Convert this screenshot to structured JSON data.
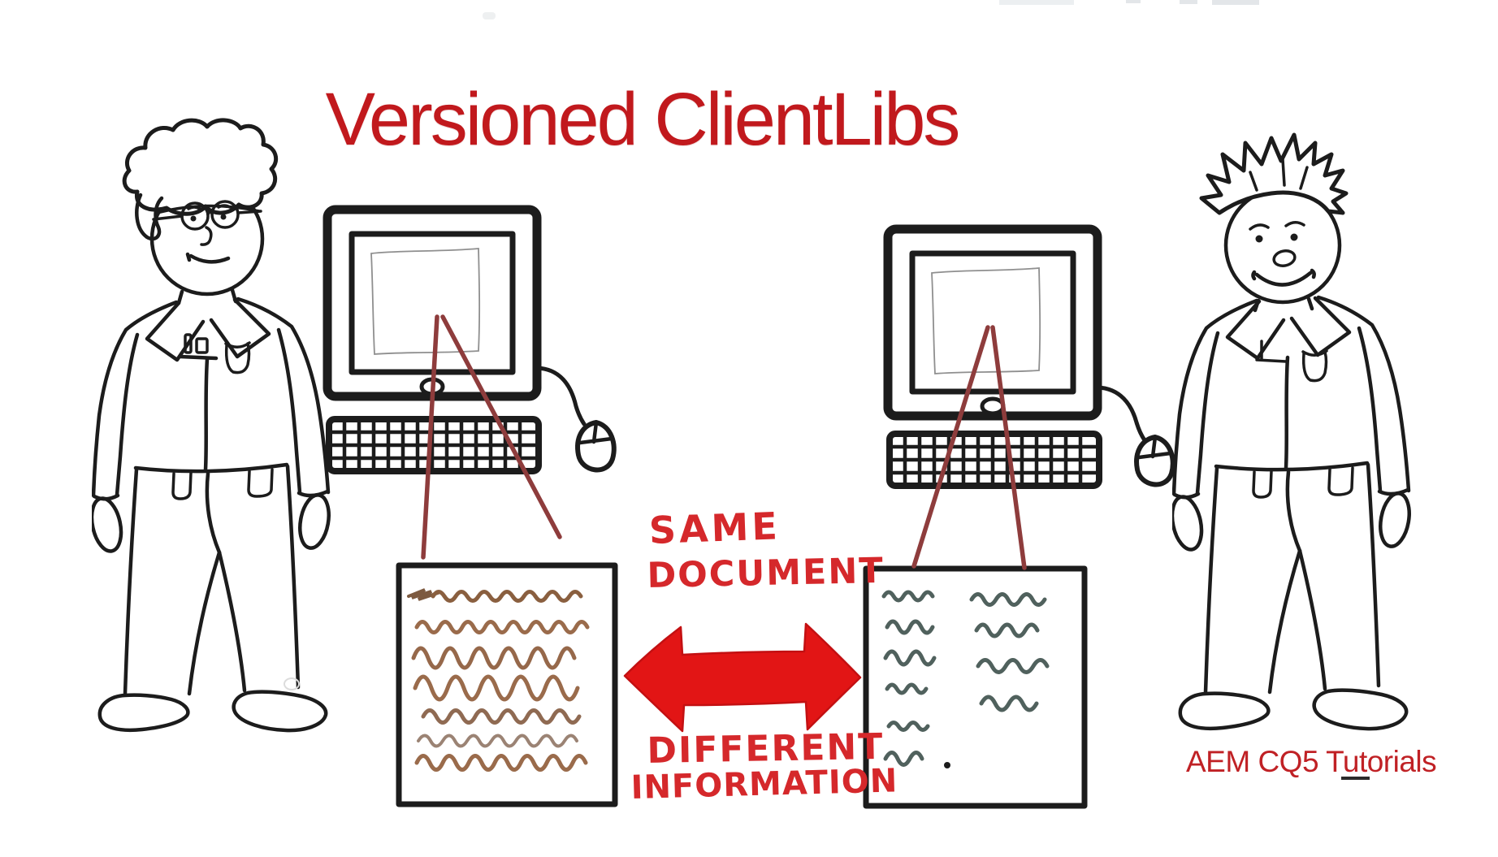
{
  "slide": {
    "title": "Versioned ClientLibs",
    "annotation_top": {
      "line1": "SAME",
      "line2": "DOCUMENT"
    },
    "annotation_bottom": {
      "line1": "DIFFERENT",
      "line2": "INFORMATION"
    },
    "credit": "AEM CQ5 Tutorials"
  },
  "icons": {
    "left_person": "man-with-curly-hair-glasses-lab-coat",
    "right_person": "man-with-spiky-hair-lab-coat",
    "left_computer": "desktop-monitor-keyboard-mouse",
    "right_computer": "desktop-monitor-keyboard-mouse",
    "left_document": "document-with-brown-scribble-lines",
    "right_document": "document-with-teal-scribble-lines-two-columns",
    "exchange_arrow": "red-double-headed-horizontal-arrow",
    "projection_lines": "red-projection-lines-screen-to-document"
  },
  "colors": {
    "title-red": "#c1191d",
    "marker-red": "#d5282b",
    "arrow-red": "#e21515",
    "arrow-edge": "#c31012",
    "credit-red": "#c02125",
    "projection-red": "#8e3c3c",
    "ink": "#1c1c1c",
    "sketch-gray": "#8f8f8f",
    "scribble-brown": "#9a6b4b",
    "scribble-teal": "#50615d"
  }
}
